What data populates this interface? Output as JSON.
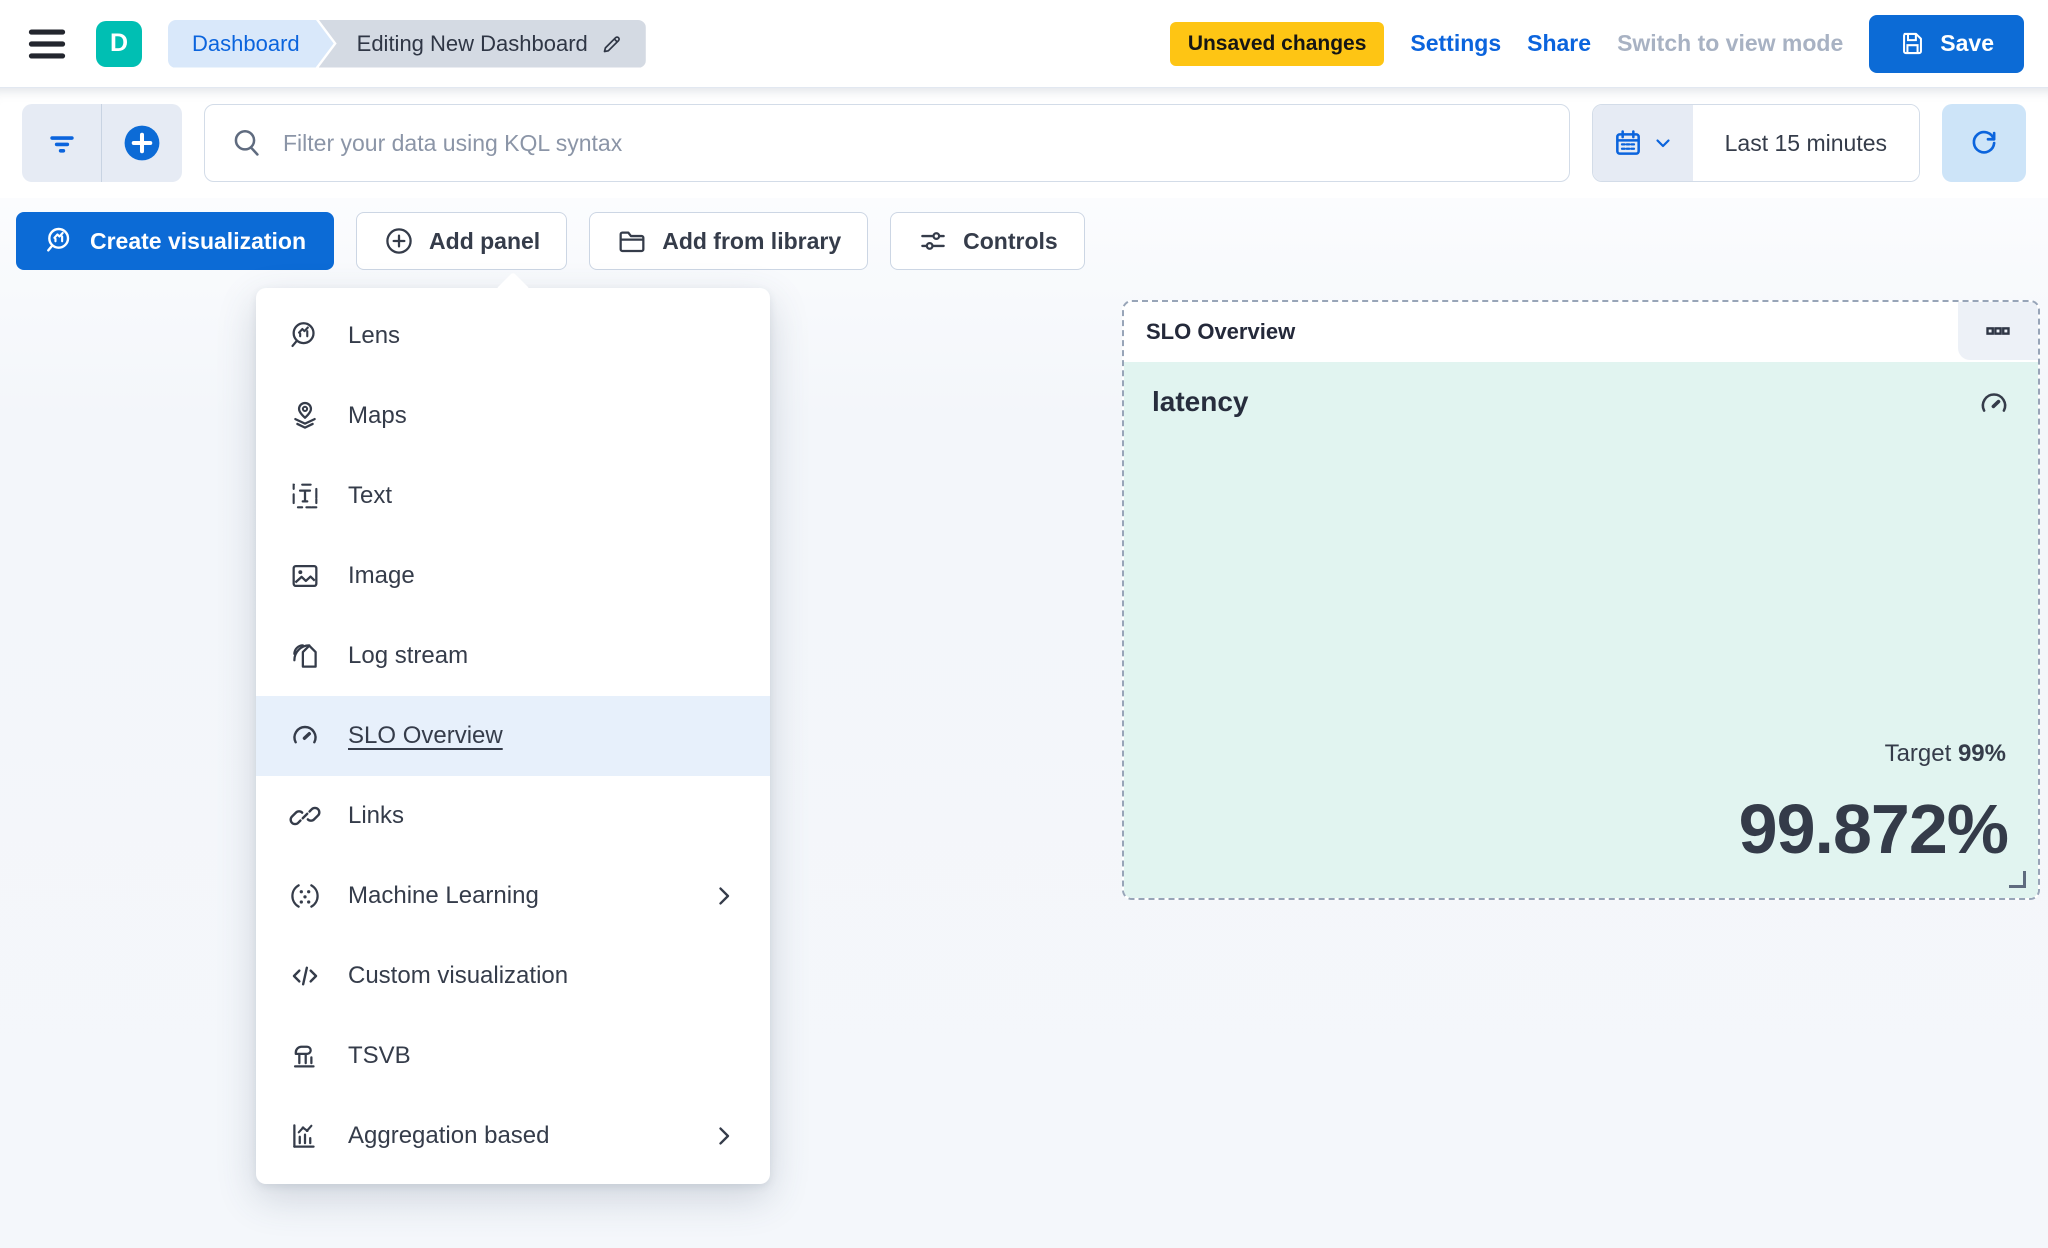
{
  "header": {
    "avatar_initial": "D",
    "breadcrumbs": {
      "root": "Dashboard",
      "current": "Editing New Dashboard"
    },
    "unsaved_badge": "Unsaved changes",
    "settings_label": "Settings",
    "share_label": "Share",
    "view_mode_label": "Switch to view mode",
    "save_label": "Save"
  },
  "query_bar": {
    "search_placeholder": "Filter your data using KQL syntax",
    "time_range": "Last 15 minutes"
  },
  "toolbar": {
    "create_visualization": "Create visualization",
    "add_panel": "Add panel",
    "add_from_library": "Add from library",
    "controls": "Controls"
  },
  "add_panel_menu": {
    "items": [
      {
        "label": "Lens",
        "icon": "lens-icon",
        "has_submenu": false,
        "highlighted": false
      },
      {
        "label": "Maps",
        "icon": "maps-icon",
        "has_submenu": false,
        "highlighted": false
      },
      {
        "label": "Text",
        "icon": "text-icon",
        "has_submenu": false,
        "highlighted": false
      },
      {
        "label": "Image",
        "icon": "image-icon",
        "has_submenu": false,
        "highlighted": false
      },
      {
        "label": "Log stream",
        "icon": "log-stream-icon",
        "has_submenu": false,
        "highlighted": false
      },
      {
        "label": "SLO Overview",
        "icon": "gauge-icon",
        "has_submenu": false,
        "highlighted": true
      },
      {
        "label": "Links",
        "icon": "link-icon",
        "has_submenu": false,
        "highlighted": false
      },
      {
        "label": "Machine Learning",
        "icon": "machine-learning-icon",
        "has_submenu": true,
        "highlighted": false
      },
      {
        "label": "Custom visualization",
        "icon": "code-icon",
        "has_submenu": false,
        "highlighted": false
      },
      {
        "label": "TSVB",
        "icon": "tsvb-icon",
        "has_submenu": false,
        "highlighted": false
      },
      {
        "label": "Aggregation based",
        "icon": "aggregation-icon",
        "has_submenu": true,
        "highlighted": false
      }
    ]
  },
  "slo_panel": {
    "title": "SLO Overview",
    "metric_name": "latency",
    "target_label": "Target ",
    "target_value": "99%",
    "value": "99.872%"
  },
  "icons": [
    "menu-icon",
    "pencil-icon",
    "save-icon",
    "filter-icon",
    "add-filter-icon",
    "search-icon",
    "calendar-icon",
    "chevron-down-icon",
    "refresh-icon",
    "lens-icon",
    "plus-circle-icon",
    "folder-icon",
    "sliders-icon",
    "maps-icon",
    "text-icon",
    "image-icon",
    "log-stream-icon",
    "gauge-icon",
    "link-icon",
    "machine-learning-icon",
    "code-icon",
    "tsvb-icon",
    "aggregation-icon",
    "chevron-right-icon",
    "boxes-horizontal-icon",
    "resize-corner-icon"
  ],
  "colors": {
    "primary_blue": "#0c6bd6",
    "teal_avatar": "#00bfb3",
    "warning_yellow": "#fec514",
    "mint_panel": "#e1f4f0",
    "text_dark": "#353c4a",
    "disabled_gray": "#a8b2c3"
  }
}
